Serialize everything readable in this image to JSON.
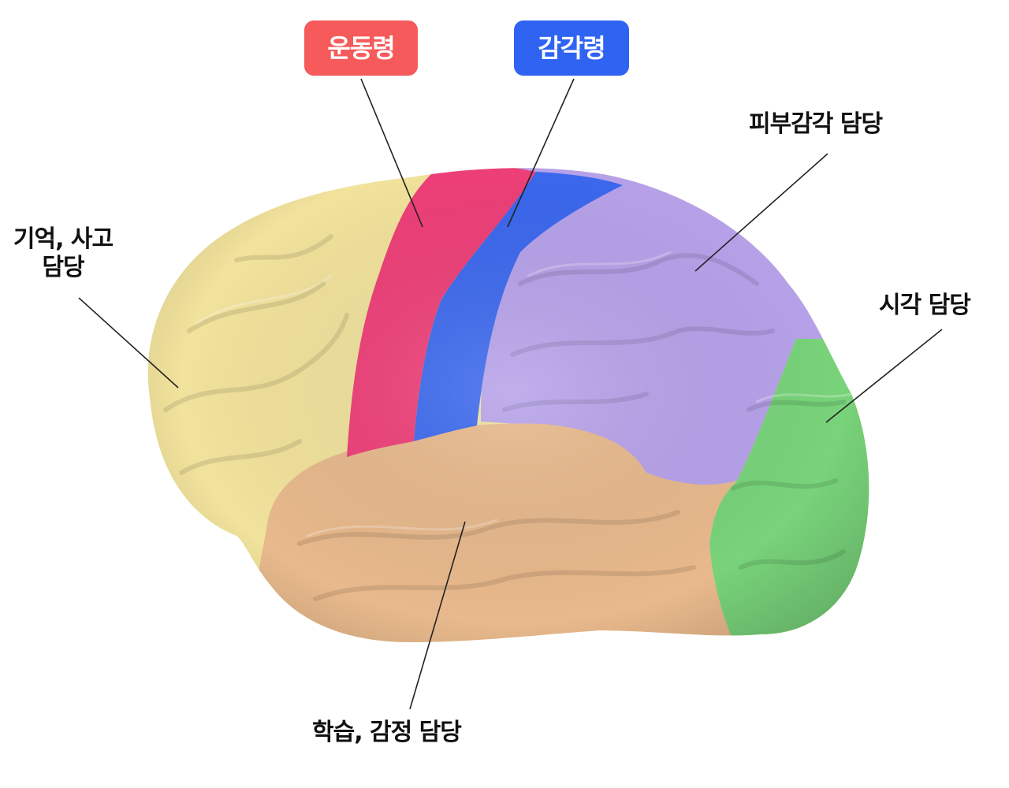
{
  "labels": {
    "motor": "운동령",
    "sensory": "감각령",
    "skin_sense": "피부감각 담당",
    "memory_line1": "기억, 사고",
    "memory_line2": "담당",
    "vision": "시각 담당",
    "learning": "학습, 감정 담당"
  },
  "colors": {
    "motor_badge": "#f65a5a",
    "sensory_badge": "#2f63f2",
    "frontal": "#f1e29c",
    "motor_region": "#ee3f78",
    "sensory_region": "#3b68ee",
    "parietal": "#b7a2ea",
    "occipital": "#78d37a",
    "temporal": "#e8b98c"
  }
}
